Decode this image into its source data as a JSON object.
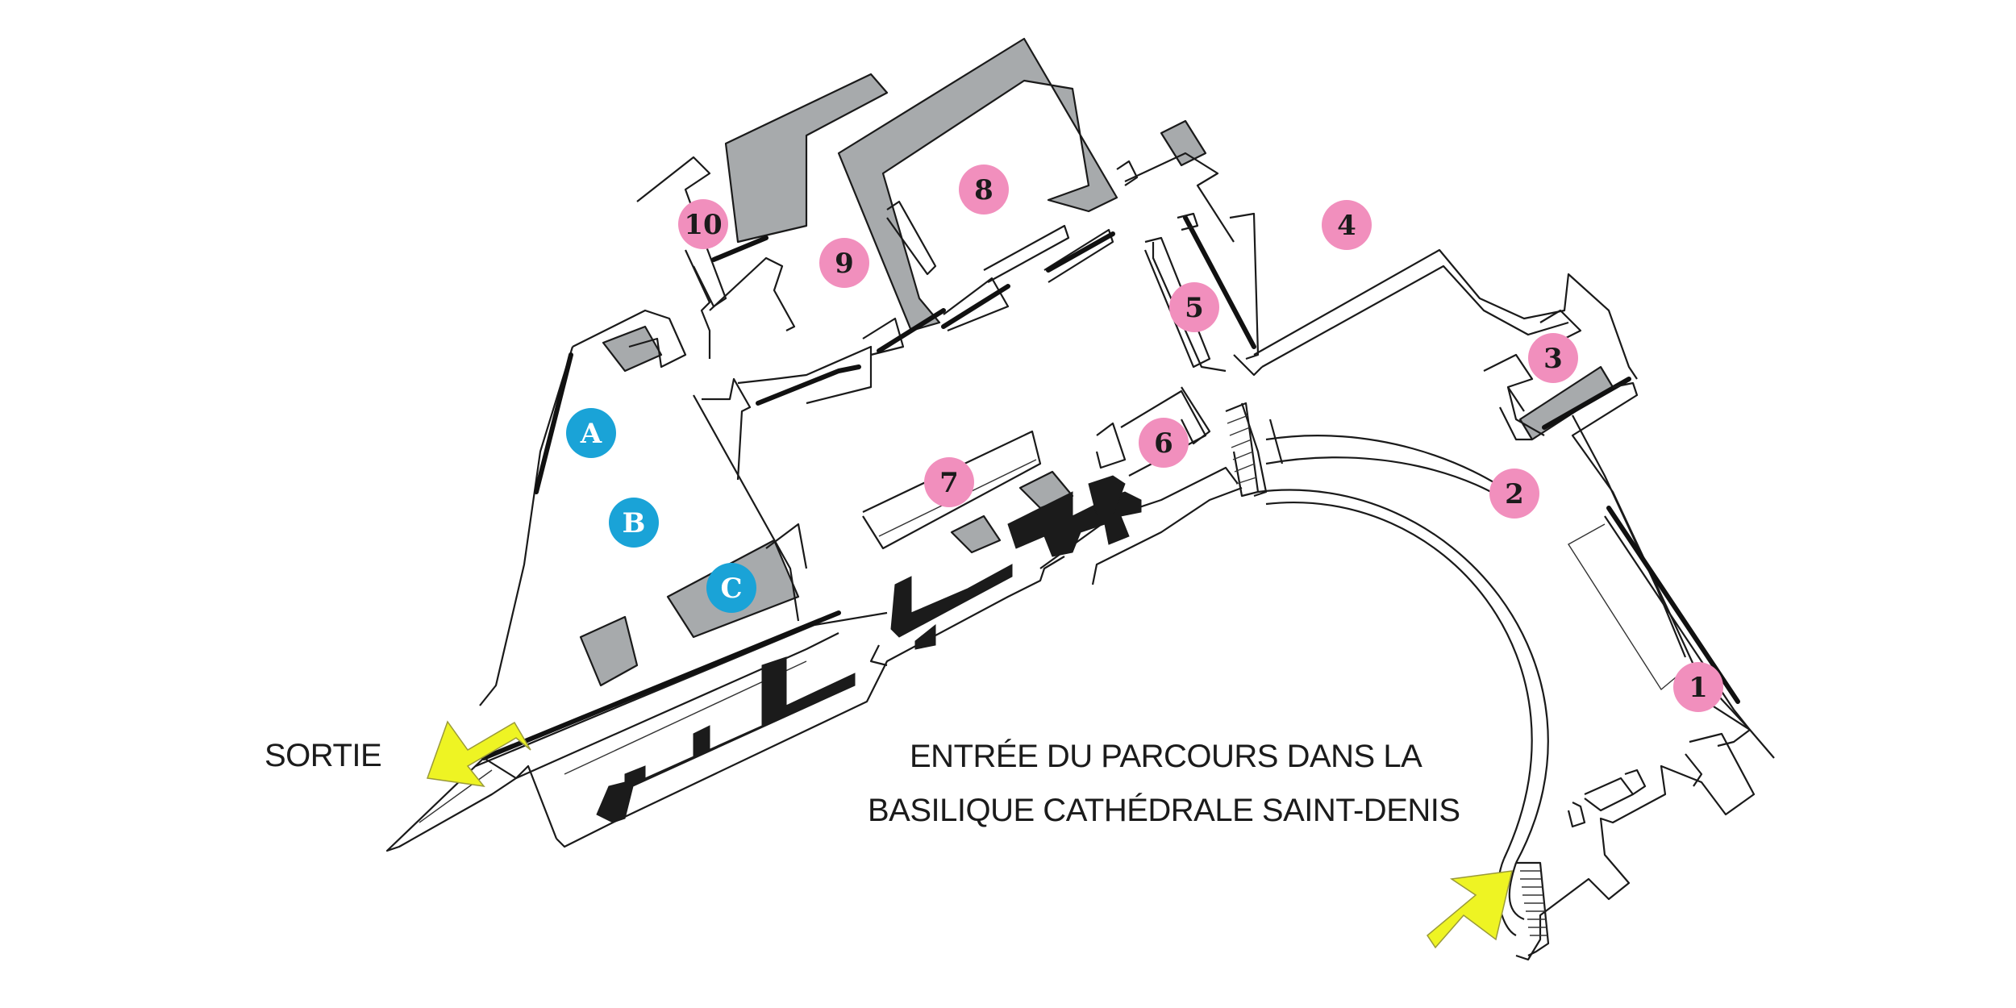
{
  "map": {
    "exit_label": "SORTIE",
    "entrance_label_line1": "ENTRÉE DU PARCOURS DANS LA",
    "entrance_label_line2": "BASILIQUE CATHÉDRALE SAINT-DENIS"
  },
  "colors": {
    "pink_marker": "#f18fbd",
    "blue_marker": "#1aa3d7",
    "arrow": "#eef423",
    "grey_block": "#a7aaac"
  },
  "stops": [
    {
      "id": "stop-1",
      "label": "1"
    },
    {
      "id": "stop-2",
      "label": "2"
    },
    {
      "id": "stop-3",
      "label": "3"
    },
    {
      "id": "stop-4",
      "label": "4"
    },
    {
      "id": "stop-5",
      "label": "5"
    },
    {
      "id": "stop-6",
      "label": "6"
    },
    {
      "id": "stop-7",
      "label": "7"
    },
    {
      "id": "stop-8",
      "label": "8"
    },
    {
      "id": "stop-9",
      "label": "9"
    },
    {
      "id": "stop-10",
      "label": "10"
    }
  ],
  "points": [
    {
      "id": "point-a",
      "label": "A"
    },
    {
      "id": "point-b",
      "label": "B"
    },
    {
      "id": "point-c",
      "label": "C"
    }
  ]
}
